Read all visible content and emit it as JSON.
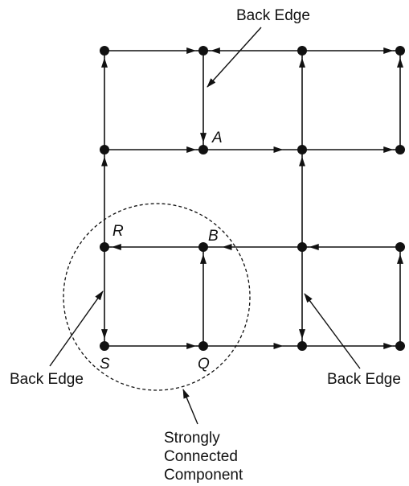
{
  "colors": {
    "ink": "#111111",
    "background": "#ffffff"
  },
  "node_labels": {
    "A": "A",
    "B": "B",
    "R": "R",
    "S": "S",
    "Q": "Q"
  },
  "annotations": {
    "back_edge_top": "Back Edge",
    "back_edge_left": "Back Edge",
    "back_edge_right": "Back Edge",
    "scc_line1": "Strongly",
    "scc_line2": "Connected",
    "scc_line3": "Component"
  }
}
